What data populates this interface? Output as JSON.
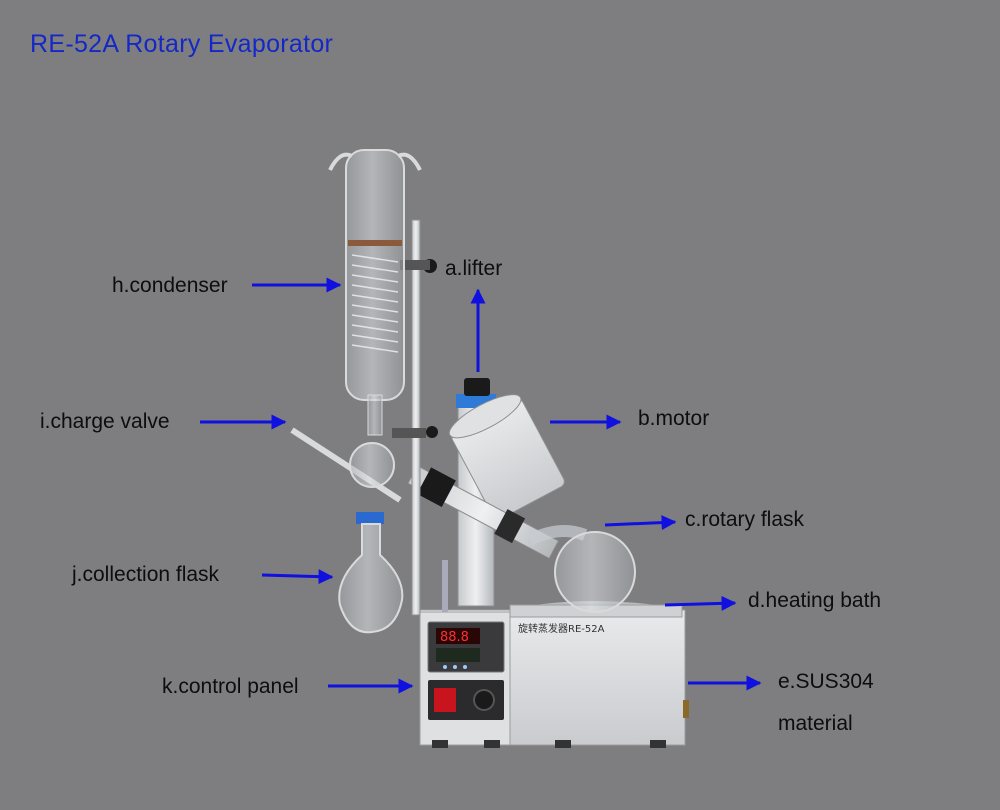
{
  "title": "RE-52A Rotary Evaporator",
  "labels": {
    "lifter": "a.lifter",
    "motor": "b.motor",
    "rotary_flask": "c.rotary flask",
    "heating_bath": "d.heating bath",
    "material_line1": "e.SUS304",
    "material_line2": "material",
    "condenser": "h.condenser",
    "charge_valve": "i.charge valve",
    "collection_flask": "j.collection flask",
    "control_panel": "k.control panel"
  },
  "device": {
    "nameplate": "旋转蒸发器RE-52A",
    "display_value": "88.8"
  },
  "colors": {
    "background": "#7e7e80",
    "title": "#1428c8",
    "arrow": "#1010e0",
    "label": "#0d0d0d"
  }
}
